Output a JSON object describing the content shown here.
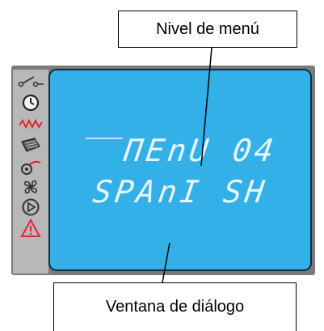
{
  "labels": {
    "top": "Nivel de menú",
    "bottom": "Ventana de diálogo"
  },
  "display": {
    "line1": "̅̅ПEnU 04",
    "line2": "SPAnI SH"
  },
  "icons": [
    "switch-icon",
    "clock-icon",
    "zigzag-icon",
    "valve-icon",
    "pump-icon",
    "fan-icon",
    "play-icon",
    "warning-icon"
  ],
  "colors": {
    "screen": "#33b0e8",
    "lcd_text": "#e9f6ff",
    "icon_strip": "#b8b8b8",
    "frame": "#7a7a7a",
    "alert_red": "#e0262e"
  }
}
